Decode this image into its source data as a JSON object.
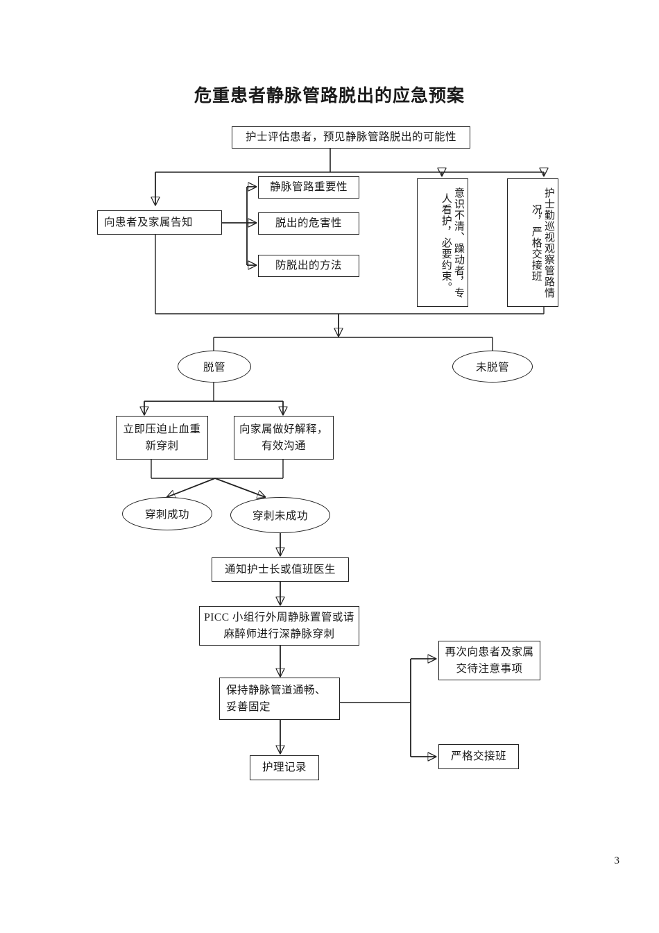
{
  "document": {
    "title": "危重患者静脉管路脱出的应急预案",
    "page_number": "3"
  },
  "chart_data": {
    "type": "diagram",
    "diagram_kind": "flowchart",
    "title": "危重患者静脉管路脱出的应急预案",
    "nodes": [
      {
        "id": "n1",
        "label": "护士评估患者，预见静脉管路脱出的可能性",
        "shape": "rect"
      },
      {
        "id": "n2",
        "label": "向患者及家属告知",
        "shape": "rect"
      },
      {
        "id": "n3",
        "label": "静脉管路重要性",
        "shape": "rect"
      },
      {
        "id": "n4",
        "label": "脱出的危害性",
        "shape": "rect"
      },
      {
        "id": "n5",
        "label": "防脱出的方法",
        "shape": "rect"
      },
      {
        "id": "n6",
        "label": "意识不清、躁动者，专人看护，必要约束。",
        "shape": "rect-vertical-text"
      },
      {
        "id": "n7",
        "label": "护士勤巡视观察管路情况，严格交接班",
        "shape": "rect-vertical-text"
      },
      {
        "id": "n8",
        "label": "脱管",
        "shape": "ellipse"
      },
      {
        "id": "n9",
        "label": "未脱管",
        "shape": "ellipse"
      },
      {
        "id": "n10",
        "label": "立即压迫止血重新穿刺",
        "shape": "rect"
      },
      {
        "id": "n11",
        "label": "向家属做好解释，有效沟通",
        "shape": "rect"
      },
      {
        "id": "n12",
        "label": "穿刺成功",
        "shape": "ellipse"
      },
      {
        "id": "n13",
        "label": "穿刺未成功",
        "shape": "ellipse"
      },
      {
        "id": "n14",
        "label": "通知护士长或值班医生",
        "shape": "rect"
      },
      {
        "id": "n15",
        "label": "PICC 小组行外周静脉置管或请麻醉师进行深静脉穿刺",
        "shape": "rect"
      },
      {
        "id": "n16",
        "label": "保持静脉管道通畅、妥善固定",
        "shape": "rect"
      },
      {
        "id": "n17",
        "label": "护理记录",
        "shape": "rect"
      },
      {
        "id": "n18",
        "label": "再次向患者及家属交待注意事项",
        "shape": "rect"
      },
      {
        "id": "n19",
        "label": "严格交接班",
        "shape": "rect"
      }
    ],
    "edges": [
      {
        "from": "n1",
        "to": "n2"
      },
      {
        "from": "n1",
        "to": "n6"
      },
      {
        "from": "n1",
        "to": "n7"
      },
      {
        "from": "n2",
        "to": "n3"
      },
      {
        "from": "n2",
        "to": "n4"
      },
      {
        "from": "n2",
        "to": "n5"
      },
      {
        "from": "n2",
        "to": "n8"
      },
      {
        "from": "n7",
        "to": "n9"
      },
      {
        "from": "n8",
        "to": "n10"
      },
      {
        "from": "n8",
        "to": "n11"
      },
      {
        "from": "n10",
        "to": "n12"
      },
      {
        "from": "n10",
        "to": "n13"
      },
      {
        "from": "n11",
        "to": "n12"
      },
      {
        "from": "n11",
        "to": "n13"
      },
      {
        "from": "n13",
        "to": "n14"
      },
      {
        "from": "n14",
        "to": "n15"
      },
      {
        "from": "n15",
        "to": "n16"
      },
      {
        "from": "n16",
        "to": "n17"
      },
      {
        "from": "n16",
        "to": "n18"
      },
      {
        "from": "n16",
        "to": "n19"
      }
    ]
  },
  "nodes": {
    "assess": {
      "label": "护士评估患者，预见静脉管路脱出的可能性"
    },
    "inform": {
      "label": "向患者及家属告知"
    },
    "importance": {
      "label": "静脉管路重要性"
    },
    "harm": {
      "label": "脱出的危害性"
    },
    "prevention": {
      "label": "防脱出的方法"
    },
    "restraint": {
      "label": "意识不清、躁动者，专人看护，必要约束。"
    },
    "rounds": {
      "label": "护士勤巡视观察管路情况，严格交接班"
    },
    "dislodged": {
      "label": "脱管"
    },
    "not_dislodged": {
      "label": "未脱管"
    },
    "compress": {
      "label": "立即压迫止血重新穿刺"
    },
    "explain": {
      "label": "向家属做好解释，有效沟通"
    },
    "puncture_success": {
      "label": "穿刺成功"
    },
    "puncture_fail": {
      "label": "穿刺未成功"
    },
    "notify": {
      "label": "通知护士长或值班医生"
    },
    "picc": {
      "label": "PICC 小组行外周静脉置管或请麻醉师进行深静脉穿刺"
    },
    "maintain": {
      "label": "保持静脉管道通畅、妥善固定"
    },
    "record": {
      "label": "护理记录"
    },
    "reinform": {
      "label": "再次向患者及家属交待注意事项"
    },
    "handover": {
      "label": "严格交接班"
    }
  },
  "colors": {
    "stroke": "#222222",
    "background": "#ffffff",
    "text": "#1a1a1a"
  }
}
